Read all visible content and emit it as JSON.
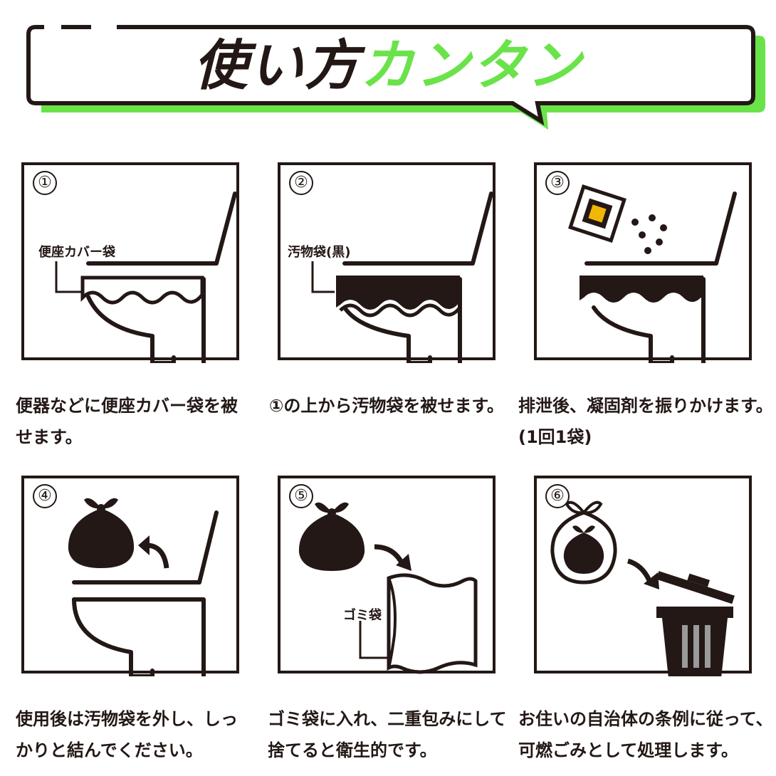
{
  "header": {
    "title_main": "使い方",
    "title_accent": "カンタン",
    "accent_color": "#6ae34a"
  },
  "steps": [
    {
      "num": "①",
      "label": "便座カバー袋",
      "caption_lines": [
        "便器などに便座カバー袋を被",
        "せます。"
      ]
    },
    {
      "num": "②",
      "label": "汚物袋(黒)",
      "caption_lines": [
        "①の上から汚物袋を被せます。"
      ]
    },
    {
      "num": "③",
      "label": "",
      "caption_lines": [
        "排泄後、凝固剤を振りかけます。",
        "(1回1袋)"
      ]
    },
    {
      "num": "④",
      "label": "",
      "caption_lines": [
        "使用後は汚物袋を外し、しっ",
        "かりと結んでください。"
      ]
    },
    {
      "num": "⑤",
      "label": "ゴミ袋",
      "caption_lines": [
        "ゴミ袋に入れ、二重包みにして",
        "捨てると衛生的です。"
      ]
    },
    {
      "num": "⑥",
      "label": "",
      "caption_lines": [
        "お住いの自治体の条例に従って、",
        "可燃ごみとして処理します。"
      ]
    }
  ],
  "colors": {
    "ink": "#231815",
    "powder": "#f2b705"
  }
}
